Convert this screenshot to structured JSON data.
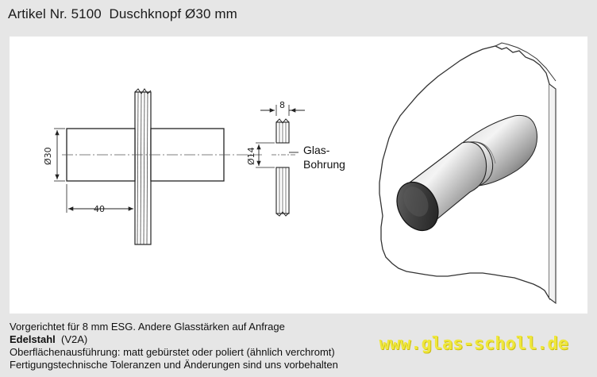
{
  "title": "Artikel Nr. 5100  Duschknopf Ø30 mm",
  "drawing": {
    "dim_diameter": "Ø30",
    "dim_length": "40",
    "dim_thickness": "8",
    "dim_bore": "Ø14",
    "bore_label_line1": "Glas-",
    "bore_label_line2": "Bohrung"
  },
  "footer": {
    "line1": "Vorgerichtet für 8 mm ESG. Andere Glasstärken auf Anfrage",
    "material": "Edelstahl",
    "material_grade": "(V2A)",
    "line3": "Oberflächenausführung: matt gebürstet oder poliert (ähnlich verchromt)",
    "line4": "Fertigungstechnische Toleranzen und Änderungen sind uns vorbehalten"
  },
  "watermark": "www.glas-scholl.de"
}
